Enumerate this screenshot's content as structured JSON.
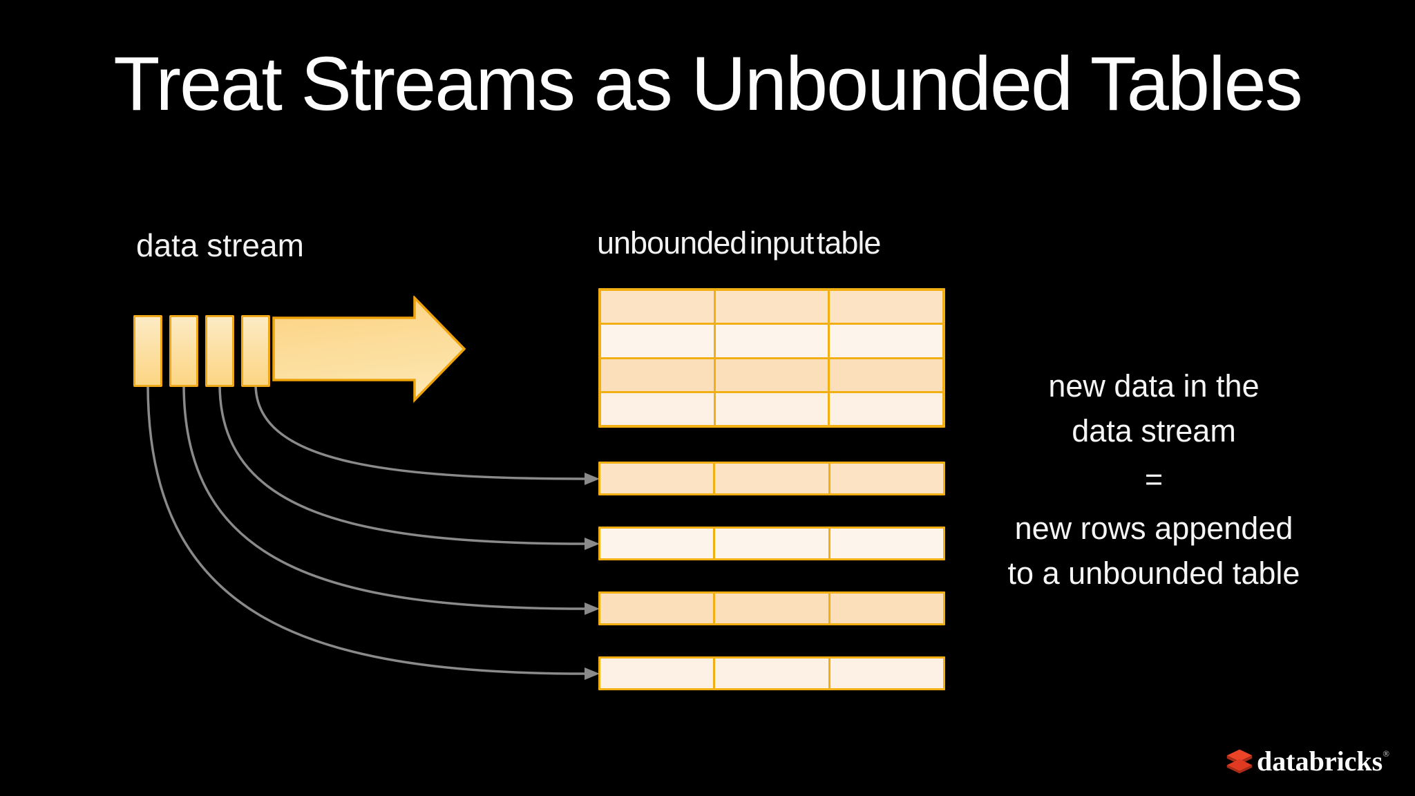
{
  "title": "Treat Streams as Unbounded Tables",
  "stream": {
    "label": "data stream",
    "block_count": 4,
    "block_fill_top": "#FDEBC4",
    "block_fill_bottom": "#FBD583",
    "border_color": "#EFA81A",
    "arrow_fill": "#FCD78D"
  },
  "input_table": {
    "label": "unbounded input table",
    "columns": 3,
    "main_rows": 4,
    "appended_row_count": 4,
    "grid_color": "#F1AF14",
    "row_fill_peach": "#FBE3C4",
    "row_fill_cream": "#FDF4EB"
  },
  "connectors": {
    "count": 4,
    "color": "#8A8A8A"
  },
  "annotation": {
    "line1": "new data in the",
    "line2": "data stream",
    "equals": "=",
    "line3": "new rows appended",
    "line4": "to a unbounded table"
  },
  "footer": {
    "brand": "databricks",
    "registered_mark": "®",
    "brand_icon_color": "#E8432A"
  }
}
